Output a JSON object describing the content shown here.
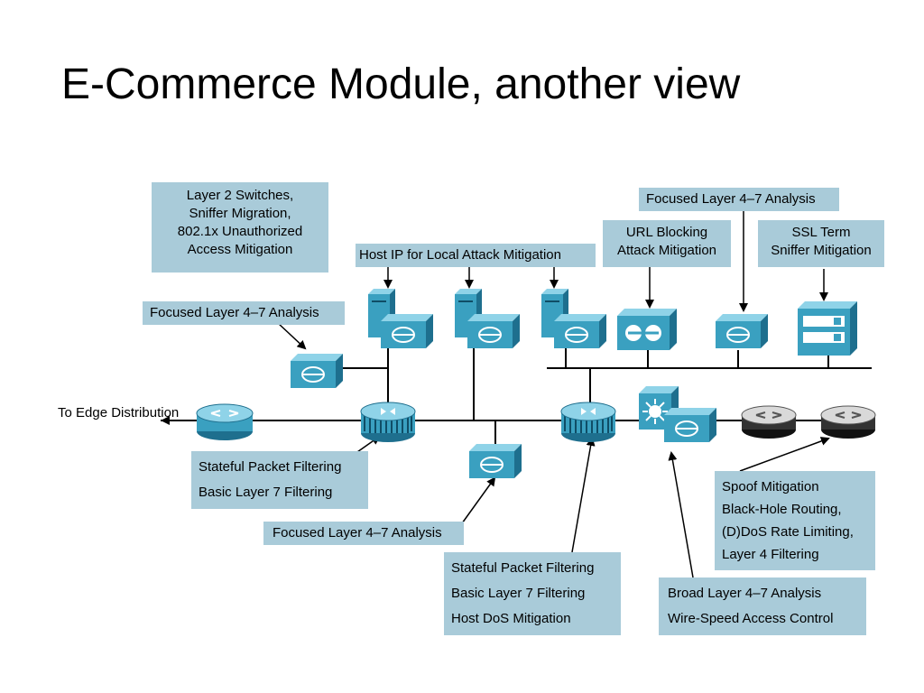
{
  "title": "E-Commerce Module, another view",
  "labels": {
    "layer2": [
      "Layer 2 Switches,",
      "Sniffer Migration,",
      "802.1x Unauthorized",
      "Access Mitigation"
    ],
    "host_ip": "Host IP for Local Attack Mitigation",
    "focused_top_right": "Focused Layer 4–7 Analysis",
    "url_blocking": [
      "URL Blocking",
      "Attack Mitigation"
    ],
    "ssl_term": [
      "SSL Term",
      "Sniffer Mitigation"
    ],
    "focused_left": "Focused Layer 4–7 Analysis",
    "to_edge": [
      "To Edge",
      "Distribution"
    ],
    "stateful_left": [
      "Stateful Packet Filtering",
      "Basic Layer 7 Filtering"
    ],
    "focused_bottom": "Focused Layer 4–7 Analysis",
    "stateful_center": [
      "Stateful Packet Filtering",
      "Basic Layer 7 Filtering",
      "Host DoS Mitigation"
    ],
    "broad": [
      "Broad Layer 4–7 Analysis",
      "Wire-Speed Access Control"
    ],
    "spoof": [
      "Spoof Mitigation",
      "Black-Hole Routing,",
      "(D)DoS Rate Limiting,",
      "Layer 4 Filtering"
    ]
  },
  "colors": {
    "label_bg": "#a9cbd9",
    "device_face": "#3aa0c0",
    "device_top": "#8fd3e8",
    "device_side": "#1e6f8e",
    "line": "#000000"
  },
  "icons": [
    "router-icon",
    "firewall-icon",
    "ids-sensor-icon",
    "server-icon",
    "content-engine-icon",
    "ssl-appliance-icon",
    "switch-icon",
    "edge-router-icon"
  ]
}
